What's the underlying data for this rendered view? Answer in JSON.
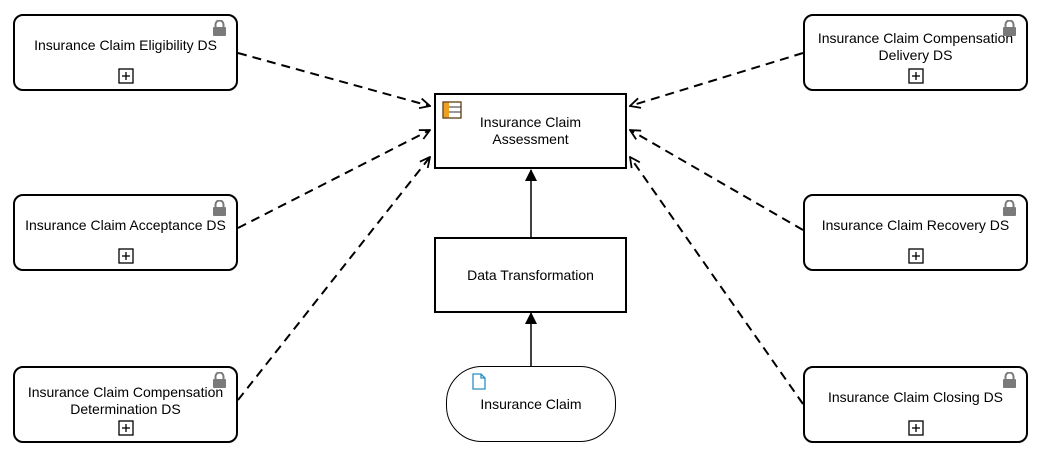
{
  "diagram": {
    "assessment": {
      "label": "Insurance Claim Assessment",
      "icon": "entity-icon"
    },
    "transformation": {
      "label": "Data Transformation"
    },
    "claim": {
      "label": "Insurance Claim",
      "icon": "document-icon"
    },
    "left_nodes": [
      {
        "label": "Insurance Claim Eligibility DS"
      },
      {
        "label": "Insurance Claim Acceptance DS"
      },
      {
        "label": "Insurance Claim Compensation Determination DS"
      }
    ],
    "right_nodes": [
      {
        "label": "Insurance Claim Compensation Delivery DS"
      },
      {
        "label": "Insurance Claim Recovery DS"
      },
      {
        "label": "Insurance Claim Closing DS"
      }
    ],
    "colors": {
      "lock": "#7a7a7a",
      "entity_icon": "#f0a020",
      "document_icon": "#2a8fbf",
      "stroke": "#000000"
    }
  }
}
